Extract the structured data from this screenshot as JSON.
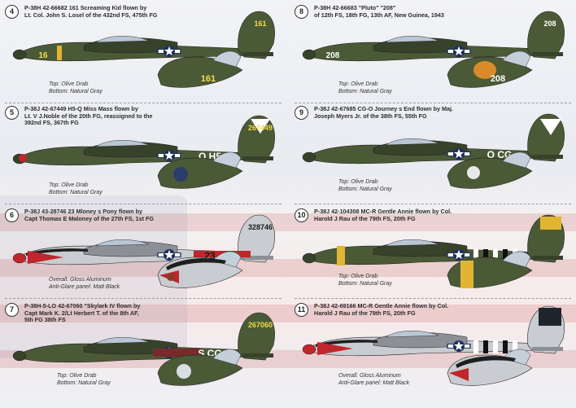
{
  "colors": {
    "olive_drab": "#4b5a36",
    "natural_gray": "#9aa0a4",
    "aluminum": "#c9ccd0",
    "anti_glare_black": "#1e1e1e",
    "insignia_blue": "#1f2f5c",
    "nose_red": "#c0262c",
    "band_yellow": "#e1b533",
    "code_yellow": "#f2dc4a"
  },
  "profiles": [
    {
      "number": "4",
      "title_lines": [
        "P-38H 42-66682 161 Screaming Kid  flown by",
        "Lt. Col. John S. Losel of the 432nd FS, 475th FG"
      ],
      "scheme_lines": [
        "Top: Olive Drab",
        "Bottom: Natural Gray"
      ],
      "finish": "olive",
      "tail_text": "161",
      "fuselage_text": "",
      "nose_text": "161",
      "boom_text": "16"
    },
    {
      "number": "8",
      "title_lines": [
        "P-38H 42-66683 \"Pluto\" \"208\"",
        "of 12th FS, 18th FG, 13th AF, New Guinea, 1943"
      ],
      "scheme_lines": [
        "Top: Olive Drab",
        "Bottom: Natural Gray"
      ],
      "finish": "olive",
      "tail_text": "208",
      "fuselage_text": "",
      "nose_text": "208",
      "boom_text": "208"
    },
    {
      "number": "5",
      "title_lines": [
        "P-38J 42-67449 H5-Q Miss Mass  flown by",
        "Lt. V J.Noble  of the 20th FG, reassigned to the",
        "392nd FS, 367th FG"
      ],
      "scheme_lines": [
        "Top: Olive Drab",
        "Bottom: Natural Gray"
      ],
      "finish": "olive",
      "tail_text": "267449",
      "fuselage_text": "Q  H5",
      "nose_text": "",
      "boom_text": ""
    },
    {
      "number": "9",
      "title_lines": [
        "P-38J 42-67685 CG-O Journey s End flown by Maj.",
        "Joseph Myers Jr. of the 38th FS, 55th FG"
      ],
      "scheme_lines": [
        "Top: Olive Drab",
        "Bottom: Natural Gray"
      ],
      "finish": "olive",
      "tail_text": "",
      "fuselage_text": "O  CG",
      "nose_text": "",
      "boom_text": ""
    },
    {
      "number": "6",
      "title_lines": [
        "P-38J 43-28746 23 Mloney s Pony flown by",
        "Capt Thomas E Maloney of the 27th FS, 1st FG"
      ],
      "scheme_lines": [
        "Overall:  Gloss  Aluminum",
        "Anti-Glare panel: Matt Black"
      ],
      "finish": "metal",
      "tail_text": "328746",
      "fuselage_text": "23",
      "nose_text": "",
      "boom_text": ""
    },
    {
      "number": "10",
      "title_lines": [
        "P-38J 42-104308 MC-R Gentle Annie flown by Col.",
        "Harold J Rau of the 79th FS, 20th FG"
      ],
      "scheme_lines": [
        "Top: Olive Drab",
        "Bottom: Natural Gray"
      ],
      "finish": "olive",
      "tail_text": "",
      "fuselage_text": "",
      "nose_text": "",
      "boom_text": ""
    },
    {
      "number": "7",
      "title_lines": [
        "P-38H-5-LO 42-67060  \"Skylark IV flown by",
        "Capt Mark K.  2/Lt Herbert T. of the 8th AF,",
        "5th FG 38th FS"
      ],
      "scheme_lines": [
        "Top: Olive Drab",
        "Bottom: Natural Gray"
      ],
      "finish": "olive",
      "tail_text": "267060",
      "fuselage_text": "S  CG",
      "nose_text": "",
      "boom_text": ""
    },
    {
      "number": "11",
      "title_lines": [
        "P-38J 42-69166 MC-R Gentle Annie flown by Col.",
        "Harold J Rau of the 79th FS, 20th FG"
      ],
      "scheme_lines": [
        "Overall:  Gloss  Aluminum",
        "Anti-Glare panel: Matt Black"
      ],
      "finish": "metal",
      "tail_text": "",
      "fuselage_text": "",
      "nose_text": "",
      "boom_text": ""
    }
  ]
}
